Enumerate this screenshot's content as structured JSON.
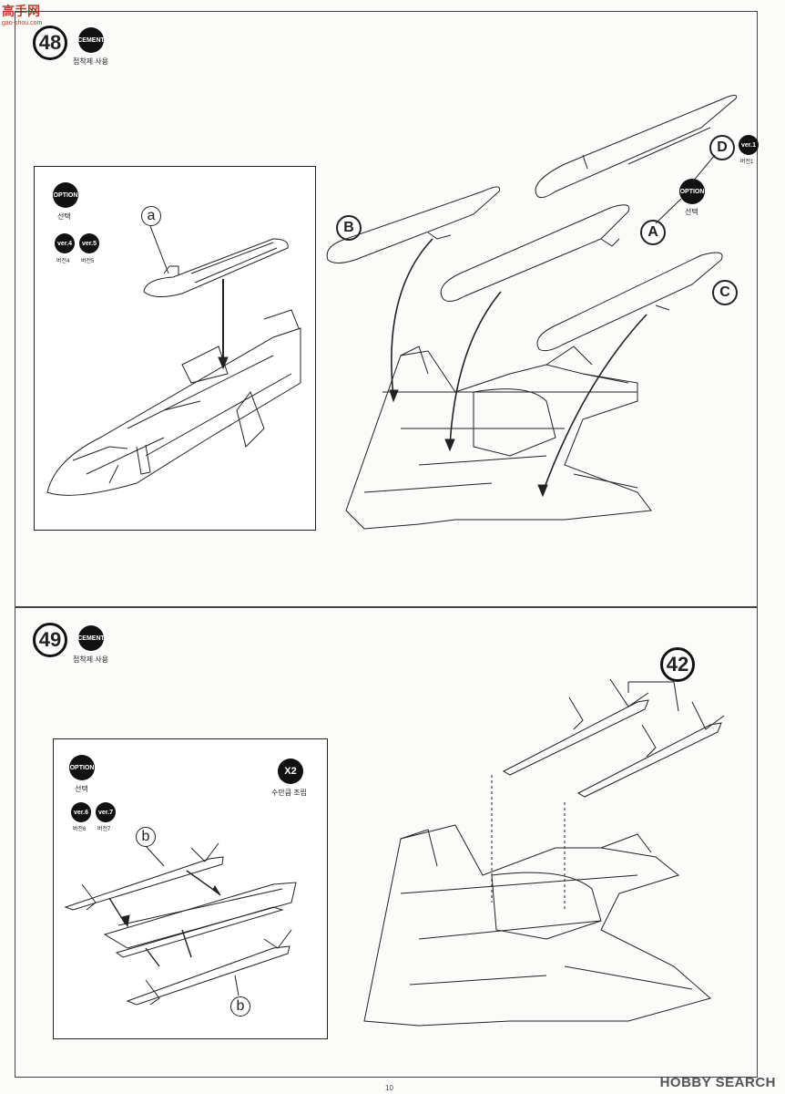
{
  "watermark_top": {
    "brand": "高手网",
    "url": "gao-shou.com"
  },
  "step48": {
    "number": "48",
    "cement_badge": "CEMENT",
    "cement_caption": "접착제 사용",
    "inset": {
      "option_badge": "OPTION",
      "option_caption": "선택",
      "versions": [
        {
          "badge": "ver.4",
          "caption": "버전4"
        },
        {
          "badge": "ver.5",
          "caption": "버전5"
        }
      ],
      "part_label": "a"
    },
    "option": {
      "badge": "OPTION",
      "caption": "선택"
    },
    "version_badge": {
      "badge": "ver.1",
      "caption": "버전1"
    },
    "parts": [
      "B",
      "A",
      "C",
      "D"
    ]
  },
  "step49": {
    "number": "49",
    "cement_badge": "CEMENT",
    "cement_caption": "접착제 사용",
    "inset": {
      "option_badge": "OPTION",
      "option_caption": "선택",
      "versions": [
        {
          "badge": "ver.6",
          "caption": "버전6"
        },
        {
          "badge": "ver.7",
          "caption": "버전7"
        }
      ],
      "repeat_badge": "X2",
      "repeat_caption": "수만큼 조립",
      "part_labels": [
        "b",
        "b"
      ]
    },
    "ref_step": "42"
  },
  "footer": {
    "page_number": "10",
    "brand": "HOBBY SEARCH"
  }
}
